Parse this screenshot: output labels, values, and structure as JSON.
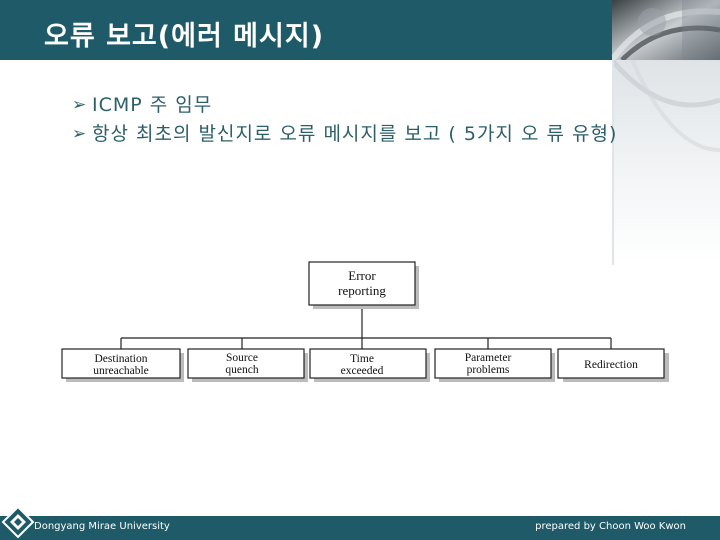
{
  "slide": {
    "title": "오류 보고(에러 메시지)"
  },
  "bullets": [
    {
      "text": "ICMP 주 임무"
    },
    {
      "text": "항상 최초의 발신지로 오류 메시지를 보고 ( 5가지 오 류 유형)"
    }
  ],
  "diagram": {
    "root": {
      "line1": "Error",
      "line2": "reporting"
    },
    "children": [
      {
        "line1": "Destination",
        "line2": "unreachable"
      },
      {
        "line1": "Source",
        "line2": "quench"
      },
      {
        "line1": "Time",
        "line2": "exceeded"
      },
      {
        "line1": "Parameter",
        "line2": "problems"
      },
      {
        "line1": "Redirection",
        "line2": ""
      }
    ]
  },
  "footer": {
    "left": "Dongyang Mirae University",
    "right": "prepared by Choon Woo Kwon"
  },
  "colors": {
    "header_bg": "#1e5a68",
    "bullet_text": "#2c5f6a",
    "box_fill": "#ffffff",
    "box_shadow": "#bcbcbc"
  }
}
